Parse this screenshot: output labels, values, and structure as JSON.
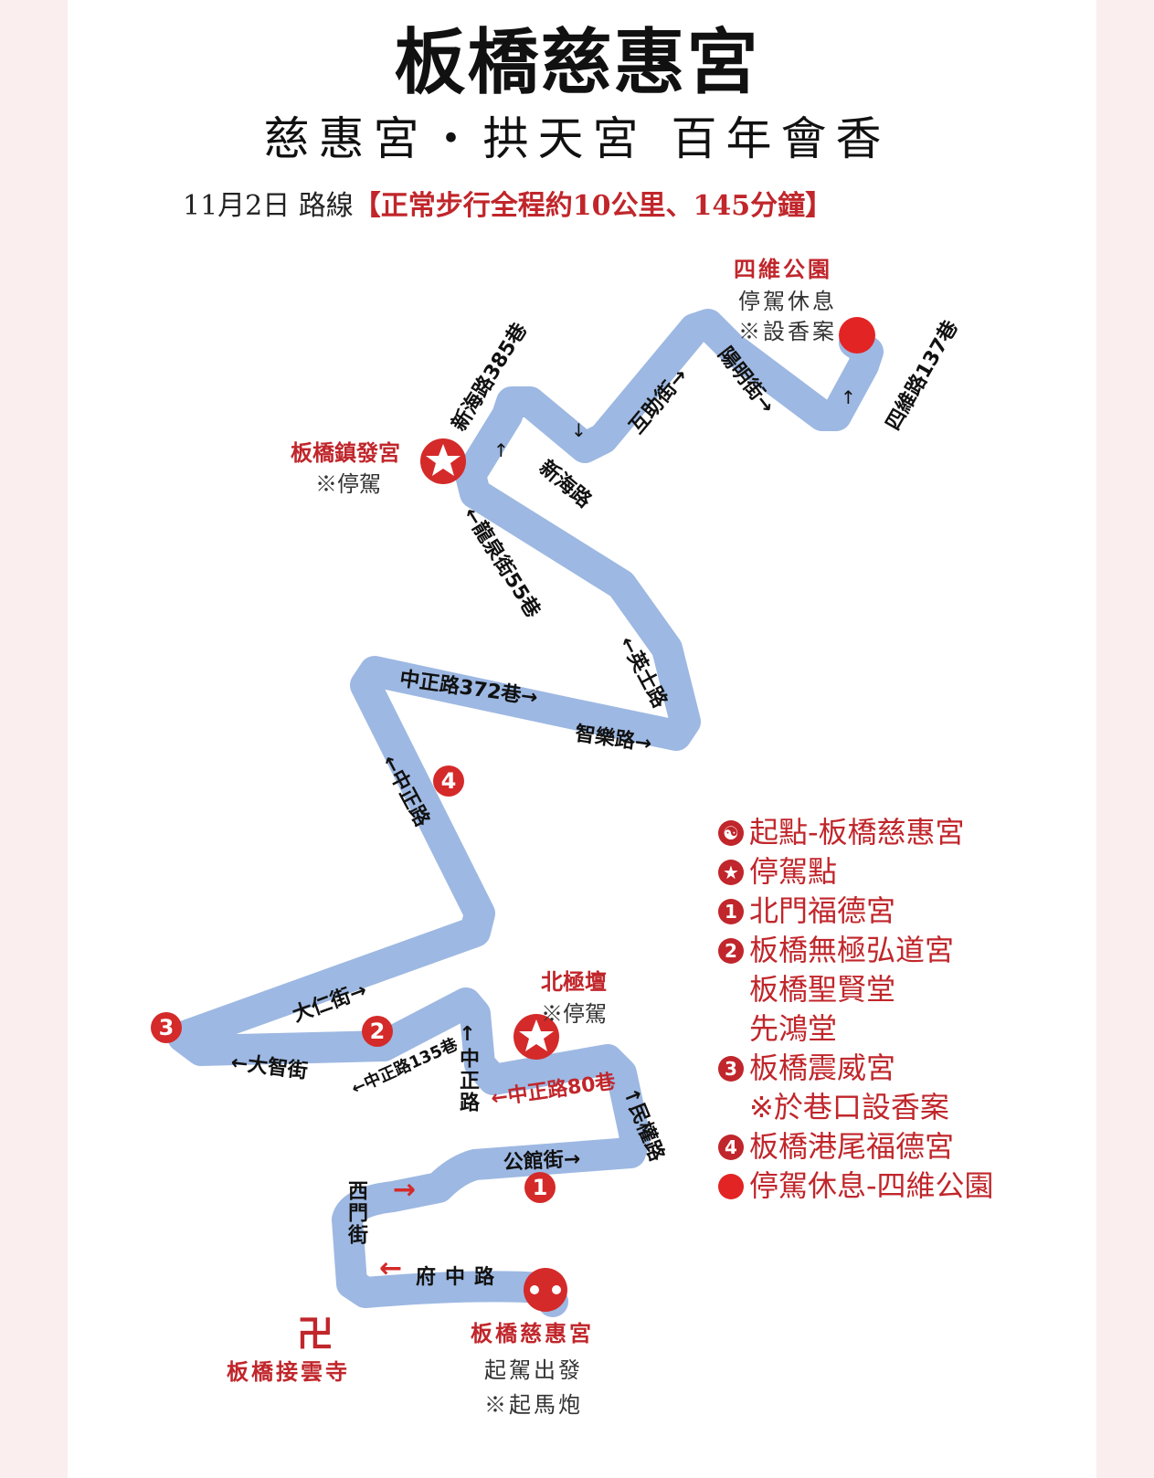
{
  "header": {
    "title": "板橋慈惠宮",
    "subtitle": "慈惠宮・拱天宮 百年會香",
    "route_date": "11月2日 路線",
    "route_summary": "【正常步行全程約10公里、145分鐘】"
  },
  "colors": {
    "route": "#9db8e2",
    "accent_red": "#c0262b",
    "marker_red": "#d42a2a",
    "page_bg": "#fbeeee"
  },
  "places": {
    "siwei_park": {
      "name": "四維公園",
      "note1": "停駕休息",
      "note2": "※設香案"
    },
    "zhenfa": {
      "name": "板橋鎮發宮",
      "note": "※停駕"
    },
    "beiji": {
      "name": "北極壇",
      "note": "※停駕"
    },
    "jieyun": {
      "icon": "卍",
      "name": "板橋接雲寺"
    },
    "cihui": {
      "name": "板橋慈惠宮",
      "note1": "起駕出發",
      "note2": "※起馬炮"
    }
  },
  "streets": {
    "xinhai385": "新海路385巷",
    "xinhai": "新海路",
    "huzhu": "互助街→",
    "yangming": "陽明街→",
    "siwei137": "四維路137巷",
    "longquan55": "←龍泉街55巷",
    "yingshi": "←英士路",
    "zhongzheng372": "中正路372巷→",
    "zhile": "智樂路→",
    "zhongzheng_north": "←中正路",
    "daren": "大仁街→",
    "dazhi": "←大智街",
    "zhongzheng135": "←中正路135巷",
    "zhongzheng_short": "↑中正路",
    "zhongzheng80": "←中正路80巷",
    "minquan": "↑民權路",
    "gongguan": "公館街→",
    "ximen": "西門街",
    "fuzhong": "府中路"
  },
  "badges": {
    "b1": "1",
    "b2": "2",
    "b3": "3",
    "b4": "4"
  },
  "legend": {
    "items": [
      {
        "marker": "☯",
        "label": "起點-板橋慈惠宮"
      },
      {
        "marker": "★",
        "label": "停駕點"
      },
      {
        "marker": "1",
        "label": "北門福德宮"
      },
      {
        "marker": "2",
        "label": "板橋無極弘道宮"
      },
      {
        "marker": "",
        "label": "板橋聖賢堂"
      },
      {
        "marker": "",
        "label": "先鴻堂"
      },
      {
        "marker": "3",
        "label": "板橋震威宮"
      },
      {
        "marker": "",
        "label": "※於巷口設香案"
      },
      {
        "marker": "4",
        "label": "板橋港尾福德宮"
      },
      {
        "marker": "●",
        "label": "停駕休息-四維公園"
      }
    ]
  }
}
